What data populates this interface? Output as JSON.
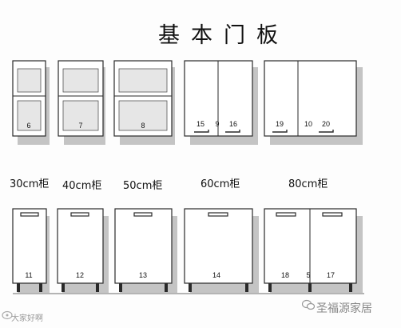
{
  "title": "基本门板",
  "sizes": [
    "30cm柜",
    "40cm柜",
    "50cm柜",
    "60cm柜",
    "80cm柜"
  ],
  "upper_panels": [
    "6",
    "7",
    "8",
    "15",
    "9",
    "16",
    "19",
    "10",
    "20"
  ],
  "lower_panels": [
    "11",
    "12",
    "13",
    "14",
    "18",
    "5",
    "17"
  ],
  "watermark_left": "大家好啊",
  "brand": "圣福源家居",
  "colors": {
    "line": "#2a2a2a",
    "shadow": "#bdbdbd",
    "panel": "#ffffff",
    "frame_fill": "#e8e8e8"
  }
}
